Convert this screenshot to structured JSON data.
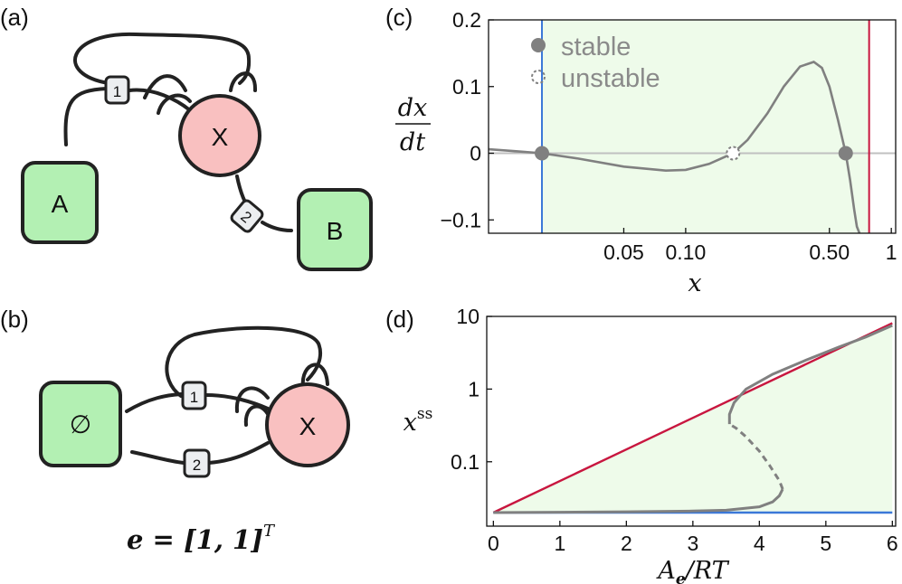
{
  "panels": {
    "a": "(a)",
    "b": "(b)",
    "c": "(c)",
    "d": "(d)"
  },
  "diagram_a": {
    "nodes": [
      "A",
      "X",
      "B"
    ],
    "reactions": [
      "1",
      "2"
    ]
  },
  "diagram_b": {
    "nodes": [
      "∅",
      "X"
    ],
    "reactions": [
      "1",
      "2"
    ],
    "equation": "e = [1, 1]",
    "equation_sup": "T"
  },
  "colors": {
    "chemostat": "#b3f0b3",
    "species": "#f9c0c0",
    "curve": "#808080",
    "shade": "#eefbea",
    "upper_bound": "#c8163f",
    "lower_bound": "#3b78d8",
    "zero_line": "#c0c0c0"
  },
  "chart_data": [
    {
      "type": "line",
      "panel": "c",
      "xlabel": "x",
      "ylabel_num": "dx",
      "ylabel_den": "dt",
      "xscale": "log",
      "xlim": [
        0.011,
        1.05
      ],
      "ylim": [
        -0.12,
        0.2
      ],
      "xticks": [
        "0.05",
        "0.10",
        "0.50",
        "1"
      ],
      "xtick_values": [
        0.05,
        0.1,
        0.5,
        1
      ],
      "yticks": [
        "0.2",
        "0.1",
        "0",
        "−0.1"
      ],
      "ytick_values": [
        0.2,
        0.1,
        0,
        -0.1
      ],
      "legend": {
        "stable": "stable",
        "unstable": "unstable",
        "position": "top-left"
      },
      "curve": {
        "x": [
          0.011,
          0.015,
          0.02,
          0.03,
          0.05,
          0.08,
          0.1,
          0.13,
          0.17,
          0.2,
          0.25,
          0.3,
          0.36,
          0.42,
          0.46,
          0.5,
          0.55,
          0.6,
          0.63,
          0.66,
          0.68,
          0.7
        ],
        "y": [
          0.006,
          0.003,
          0.0,
          -0.008,
          -0.02,
          -0.026,
          -0.025,
          -0.016,
          0.0,
          0.02,
          0.06,
          0.1,
          0.13,
          0.137,
          0.128,
          0.1,
          0.05,
          0.0,
          -0.04,
          -0.085,
          -0.11,
          -0.125
        ]
      },
      "stable_points": [
        [
          0.02,
          0.0
        ],
        [
          0.6,
          0.0
        ]
      ],
      "unstable_points": [
        [
          0.17,
          0.0
        ]
      ],
      "lower_bound_x": 0.02,
      "upper_bound_x": 0.78
    },
    {
      "type": "line",
      "panel": "d",
      "xlabel": "A",
      "xlabel_sub": "e",
      "xlabel_tail": "/RT",
      "ylabel": "x",
      "ylabel_sup": "ss",
      "yscale": "log",
      "xlim": [
        -0.1,
        6.05
      ],
      "ylim": [
        0.013,
        10
      ],
      "xticks": [
        "0",
        "1",
        "2",
        "3",
        "4",
        "5",
        "6"
      ],
      "xtick_values": [
        0,
        1,
        2,
        3,
        4,
        5,
        6
      ],
      "yticks": [
        "10",
        "1",
        "0.1"
      ],
      "ytick_values": [
        10,
        1,
        0.1
      ],
      "upper_line": {
        "x": [
          0,
          6
        ],
        "y": [
          0.02,
          8.07
        ]
      },
      "lower_line": {
        "x": [
          0,
          6
        ],
        "y": [
          0.02,
          0.02
        ]
      },
      "stable_low": {
        "x": [
          0,
          1,
          2,
          3,
          3.5,
          4.0,
          4.2,
          4.3,
          4.35
        ],
        "y": [
          0.02,
          0.0202,
          0.0205,
          0.021,
          0.0215,
          0.024,
          0.028,
          0.034,
          0.042
        ]
      },
      "unstable": {
        "x": [
          4.35,
          4.3,
          4.15,
          4.0,
          3.8,
          3.65,
          3.55
        ],
        "y": [
          0.042,
          0.055,
          0.09,
          0.14,
          0.22,
          0.29,
          0.33
        ]
      },
      "stable_high": {
        "x": [
          3.55,
          3.55,
          3.62,
          3.8,
          4.2,
          4.7,
          5.2,
          5.6,
          6.0
        ],
        "y": [
          0.33,
          0.45,
          0.65,
          1.0,
          1.6,
          2.5,
          3.8,
          5.2,
          7.5
        ]
      }
    }
  ]
}
